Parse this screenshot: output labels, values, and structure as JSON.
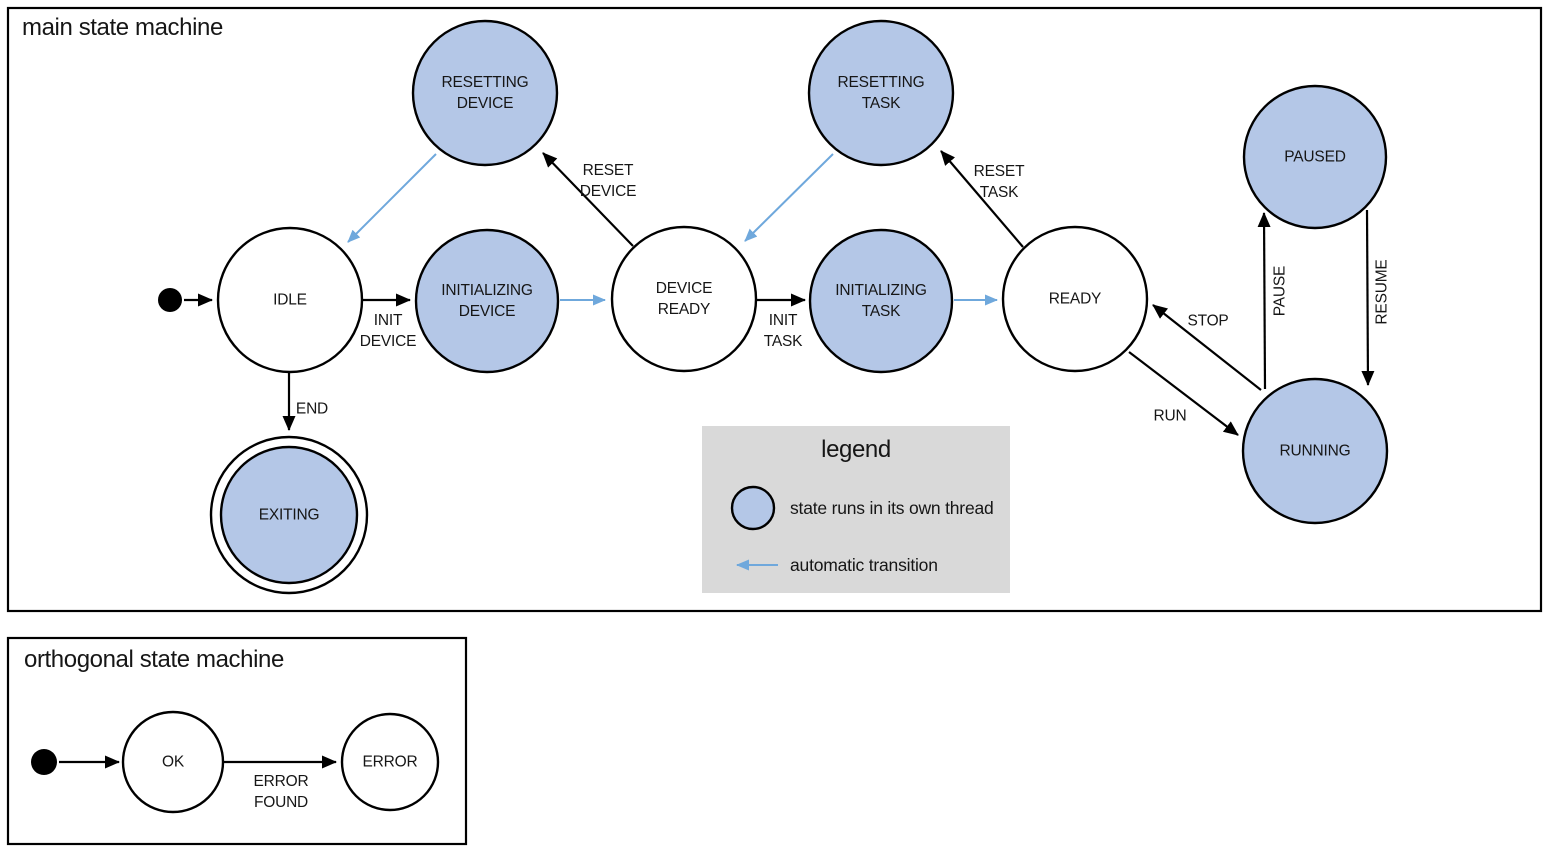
{
  "main_machine": {
    "title": "main state machine",
    "states": [
      {
        "name": "IDLE",
        "label": "IDLE",
        "threaded": false,
        "final": false
      },
      {
        "name": "RESETTING DEVICE",
        "label": "RESETTING\nDEVICE",
        "threaded": true,
        "final": false
      },
      {
        "name": "INITIALIZING DEVICE",
        "label": "INITIALIZING\nDEVICE",
        "threaded": true,
        "final": false
      },
      {
        "name": "DEVICE READY",
        "label": "DEVICE\nREADY",
        "threaded": false,
        "final": false
      },
      {
        "name": "RESETTING TASK",
        "label": "RESETTING\nTASK",
        "threaded": true,
        "final": false
      },
      {
        "name": "INITIALIZING TASK",
        "label": "INITIALIZING\nTASK",
        "threaded": true,
        "final": false
      },
      {
        "name": "READY",
        "label": "READY",
        "threaded": false,
        "final": false
      },
      {
        "name": "PAUSED",
        "label": "PAUSED",
        "threaded": true,
        "final": false
      },
      {
        "name": "RUNNING",
        "label": "RUNNING",
        "threaded": true,
        "final": false
      },
      {
        "name": "EXITING",
        "label": "EXITING",
        "threaded": true,
        "final": true
      }
    ],
    "transitions": [
      {
        "from": "initial",
        "to": "IDLE",
        "label": "",
        "automatic": false
      },
      {
        "from": "IDLE",
        "to": "INITIALIZING DEVICE",
        "label": "INIT\nDEVICE",
        "automatic": false
      },
      {
        "from": "INITIALIZING DEVICE",
        "to": "DEVICE READY",
        "label": "",
        "automatic": true
      },
      {
        "from": "DEVICE READY",
        "to": "RESETTING DEVICE",
        "label": "RESET\nDEVICE",
        "automatic": false
      },
      {
        "from": "RESETTING DEVICE",
        "to": "IDLE",
        "label": "",
        "automatic": true
      },
      {
        "from": "DEVICE READY",
        "to": "INITIALIZING TASK",
        "label": "INIT\nTASK",
        "automatic": false
      },
      {
        "from": "INITIALIZING TASK",
        "to": "READY",
        "label": "",
        "automatic": true
      },
      {
        "from": "READY",
        "to": "RESETTING TASK",
        "label": "RESET\nTASK",
        "automatic": false
      },
      {
        "from": "RESETTING TASK",
        "to": "DEVICE READY",
        "label": "",
        "automatic": true
      },
      {
        "from": "READY",
        "to": "RUNNING",
        "label": "RUN",
        "automatic": false
      },
      {
        "from": "RUNNING",
        "to": "READY",
        "label": "STOP",
        "automatic": false
      },
      {
        "from": "RUNNING",
        "to": "PAUSED",
        "label": "PAUSE",
        "automatic": false
      },
      {
        "from": "PAUSED",
        "to": "RUNNING",
        "label": "RESUME",
        "automatic": false
      },
      {
        "from": "IDLE",
        "to": "EXITING",
        "label": "END",
        "automatic": false
      }
    ]
  },
  "legend": {
    "title": "legend",
    "items": [
      {
        "symbol": "threaded-state-circle",
        "text": "state runs in its own thread"
      },
      {
        "symbol": "automatic-transition-arrow",
        "text": "automatic transition"
      }
    ]
  },
  "orthogonal_machine": {
    "title": "orthogonal state machine",
    "states": [
      {
        "name": "OK",
        "label": "OK",
        "threaded": false,
        "final": false
      },
      {
        "name": "ERROR",
        "label": "ERROR",
        "threaded": false,
        "final": false
      }
    ],
    "transitions": [
      {
        "from": "initial",
        "to": "OK",
        "label": "",
        "automatic": false
      },
      {
        "from": "OK",
        "to": "ERROR",
        "label": "ERROR\nFOUND",
        "automatic": false
      }
    ]
  },
  "colors": {
    "threaded_state_fill": "#b4c7e7",
    "automatic_arrow": "#6fa8dc",
    "legend_background": "#d9d9d9",
    "outline": "#000000"
  }
}
